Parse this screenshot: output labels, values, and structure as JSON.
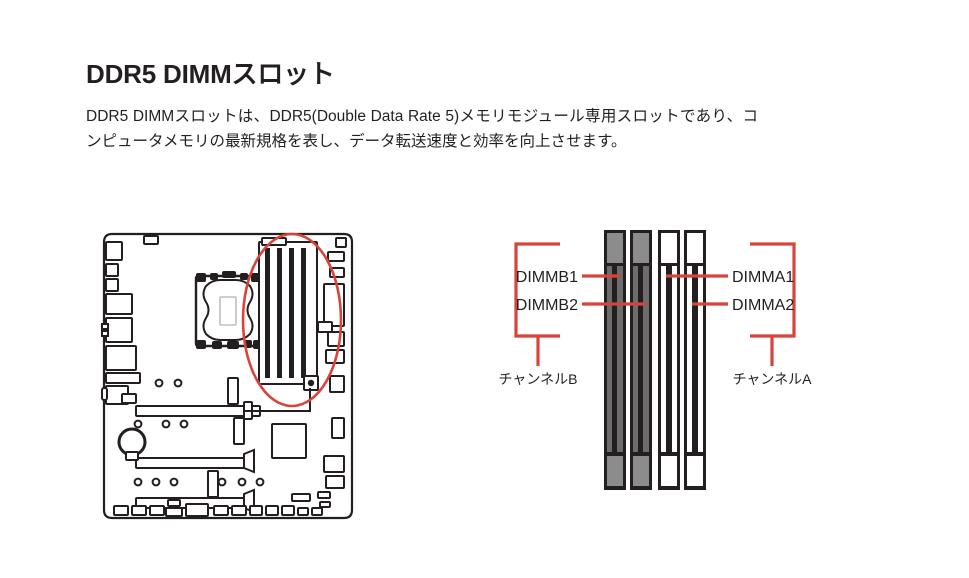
{
  "page": {
    "title": "DDR5 DIMMスロット",
    "body": "DDR5 DIMMスロットは、DDR5(Double Data Rate 5)メモリモジュール専用スロットであり、コンピュータメモリの最新規格を表し、データ転送速度と効率を向上させます。",
    "background": "#ffffff",
    "text_color": "#231f20",
    "accent_color": "#d9443a"
  },
  "motherboard_figure": {
    "caption": "",
    "highlight": {
      "shape": "ellipse",
      "color": "#d9443a",
      "target": "DDR5 DIMM slots"
    }
  },
  "dimm_figure": {
    "slot_labels": [
      {
        "id": "dimmb1",
        "text": "DIMMB1",
        "side": "left",
        "slot_index": 1
      },
      {
        "id": "dimmb2",
        "text": "DIMMB2",
        "side": "left",
        "slot_index": 2
      },
      {
        "id": "dimma1",
        "text": "DIMMA1",
        "side": "right",
        "slot_index": 3
      },
      {
        "id": "dimma2",
        "text": "DIMMA2",
        "side": "right",
        "slot_index": 4
      }
    ],
    "channels": [
      {
        "id": "channel-b",
        "text": "チャンネルB",
        "side": "left",
        "slots": [
          "DIMMB1",
          "DIMMB2"
        ]
      },
      {
        "id": "channel-a",
        "text": "チャンネルA",
        "side": "right",
        "slots": [
          "DIMMA1",
          "DIMMA2"
        ]
      }
    ],
    "slots": [
      {
        "index": 1,
        "fill": "filled",
        "latch_color": "#8c8c8c"
      },
      {
        "index": 2,
        "fill": "filled",
        "latch_color": "#8c8c8c"
      },
      {
        "index": 3,
        "fill": "open",
        "latch_color": "#ffffff"
      },
      {
        "index": 4,
        "fill": "open",
        "latch_color": "#ffffff"
      }
    ],
    "colors": {
      "slot_dark": "#231f20",
      "slot_mid": "#6d6d6d",
      "slot_light": "#a8a8a8",
      "leader_line": "#d9443a",
      "bracket": "#d9443a"
    }
  }
}
